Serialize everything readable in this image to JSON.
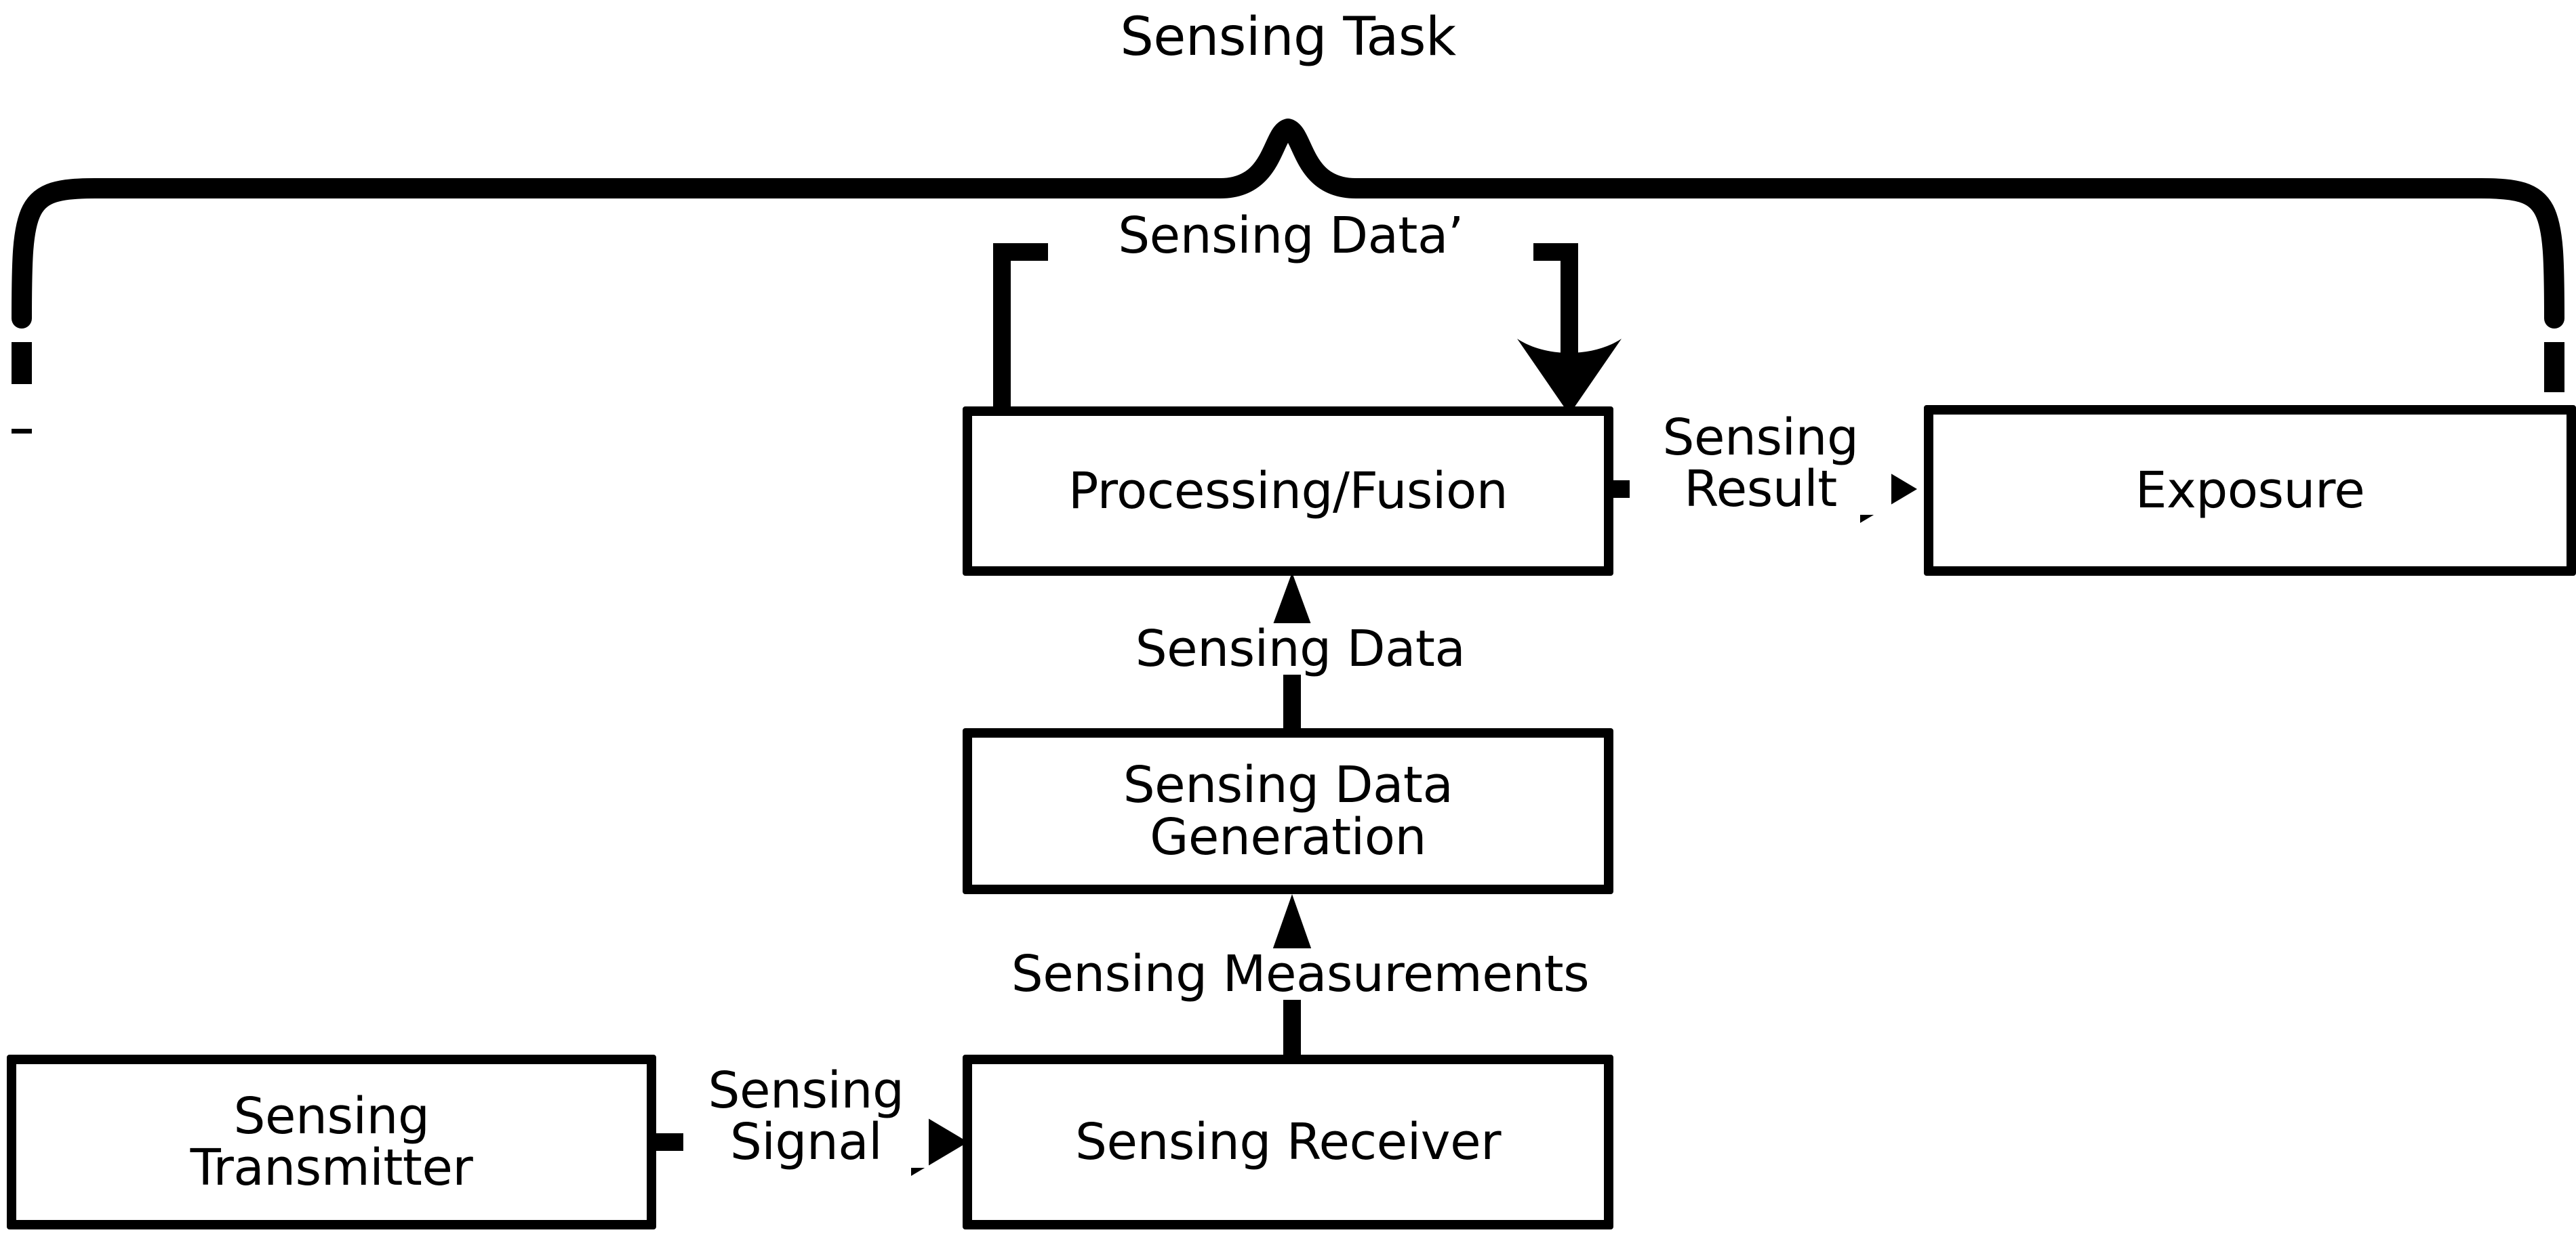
{
  "diagram": {
    "title": "Sensing Task",
    "background_color": "#ffffff",
    "stroke_color": "#000000",
    "nodes": [
      {
        "id": "processing-fusion",
        "label": "Processing/Fusion"
      },
      {
        "id": "exposure",
        "label": "Exposure"
      },
      {
        "id": "sensing-data-generation",
        "label": "Sensing Data\nGeneration"
      },
      {
        "id": "sensing-transmitter",
        "label": "Sensing\nTransmitter"
      },
      {
        "id": "sensing-receiver",
        "label": "Sensing Receiver"
      }
    ],
    "edges": [
      {
        "id": "sensing-data-prime",
        "label": "Sensing Data’",
        "from": "processing-fusion",
        "to": "processing-fusion",
        "kind": "feedback-loop"
      },
      {
        "id": "sensing-result",
        "label": "Sensing\nResult",
        "from": "processing-fusion",
        "to": "exposure",
        "kind": "arrow-right"
      },
      {
        "id": "sensing-data",
        "label": "Sensing Data",
        "from": "sensing-data-generation",
        "to": "processing-fusion",
        "kind": "arrow-up"
      },
      {
        "id": "sensing-measurements",
        "label": "Sensing Measurements",
        "from": "sensing-receiver",
        "to": "sensing-data-generation",
        "kind": "arrow-up"
      },
      {
        "id": "sensing-signal",
        "label": "Sensing\nSignal",
        "from": "sensing-transmitter",
        "to": "sensing-receiver",
        "kind": "arrow-right"
      }
    ],
    "brace": {
      "label": "Sensing Task",
      "spans": [
        "sensing-transmitter",
        "exposure"
      ],
      "style": "curly-brace-with-dashed-legs"
    }
  }
}
